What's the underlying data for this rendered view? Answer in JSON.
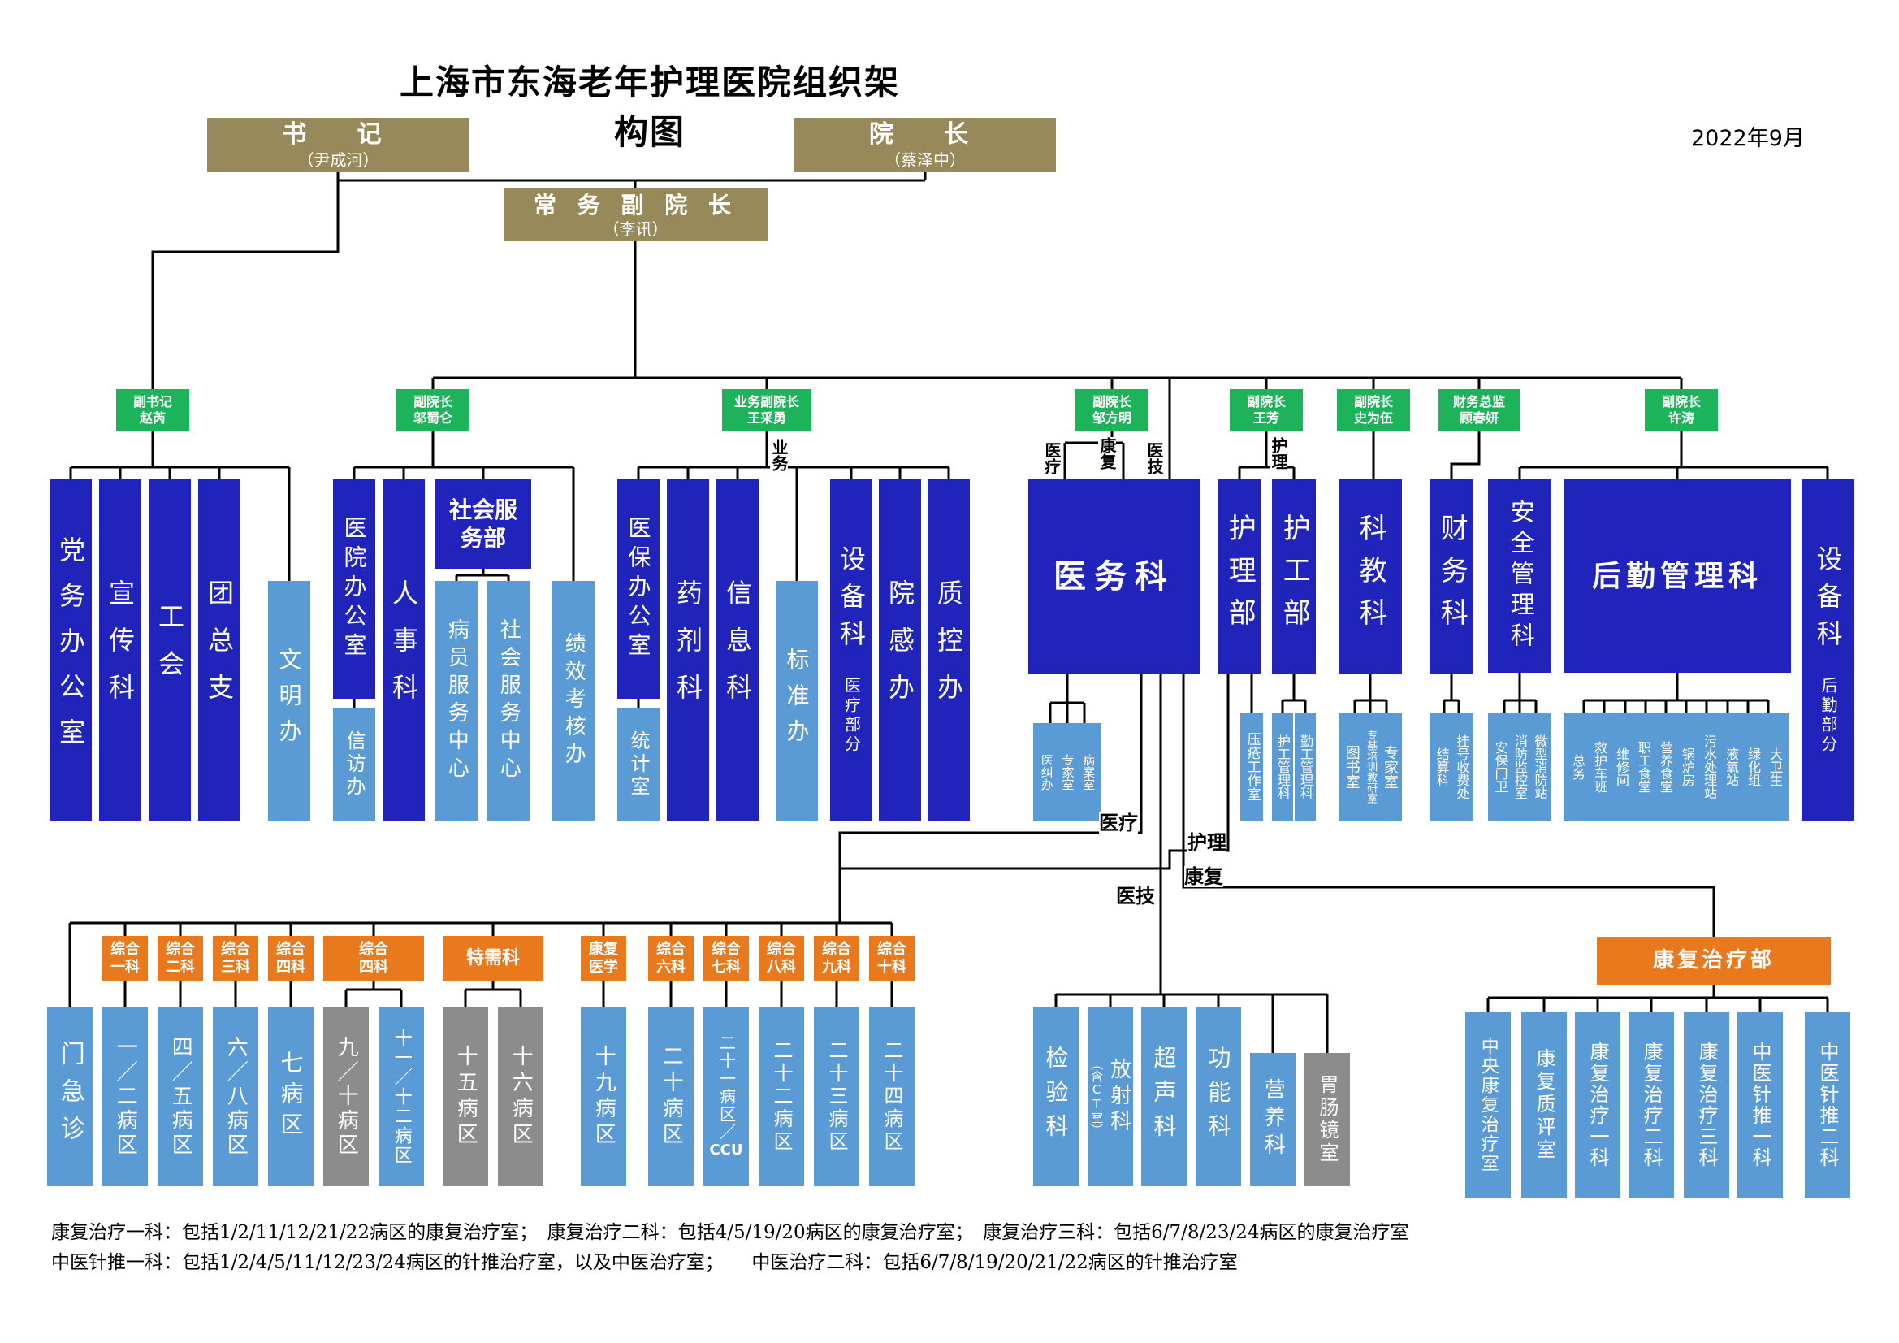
{
  "header": {
    "title": "上海市东海老年护理医院组织架构图",
    "date": "2022年9月"
  },
  "top": {
    "secretary_title": "书　记",
    "secretary_name": "（尹成河）",
    "president_title": "院　长",
    "president_name": "（蔡泽中）",
    "evp_title": "常 务 副 院 长",
    "evp_name": "（李讯）"
  },
  "leaders": [
    {
      "role": "副书记",
      "name": "赵芮"
    },
    {
      "role": "副院长",
      "name": "邬蜀仑"
    },
    {
      "role": "业务副院长",
      "name": "王采勇"
    },
    {
      "role": "副院长",
      "name": "邹方明"
    },
    {
      "role": "副院长",
      "name": "王芳"
    },
    {
      "role": "副院长",
      "name": "史为伍"
    },
    {
      "role": "财务总监",
      "name": "顾春妍"
    },
    {
      "role": "副院长",
      "name": "许涛"
    }
  ],
  "branch_labels": {
    "yewu": "业务",
    "yiliao_top": "医疗",
    "kangfu_top": "康复",
    "yiji_top": "医技",
    "huli_top": "护理",
    "yiliao_mid": "医疗",
    "huli_mid": "护理",
    "kangfu_mid": "康复",
    "yiji_mid": "医技"
  },
  "departments": {
    "dangwu": "党务办公室",
    "xuanchuan": "宣传科",
    "gonghui": "工会",
    "tuanzongzhi": "团总支",
    "wenming": "文明办",
    "yiyuanban": "医院办公室",
    "xinfang": "信访办",
    "renshi": "人事科",
    "shehuifuwubu": "社会服务部",
    "bingyuan": "病员服务中心",
    "shequzhongxin": "社会服务中心",
    "jixiao": "绩效考核办",
    "yibao": "医保办公室",
    "tongji": "统计室",
    "yaoji": "药剂科",
    "xinxi": "信息科",
    "biaozhun": "标准办",
    "shebei1": "设备科",
    "shebei1_sub": "医疗部分",
    "yuangan": "院感办",
    "zhikong": "质控办",
    "yiwuke": "医务科",
    "yijiu": "医纠办",
    "zhuanjia1": "专家室",
    "bingan": "病案室",
    "hulibu": "护理部",
    "yachuang": "压疮工作室",
    "hugongbu": "护工部",
    "hugongguanli": "护工管理科",
    "qingong": "勤工管理科",
    "kejiaoke": "科教科",
    "tushu": "图书室",
    "zhuanjipeixun": "专基培训教研室",
    "zhuanjia2": "专家室",
    "caiwuke": "财务科",
    "jiesuan": "结算科",
    "guahao": "挂号收费处",
    "anquan": "安全管理科",
    "anbao": "安保门卫",
    "xiaofangjk": "消防监控室",
    "weixingxf": "微型消防站",
    "houqin": "后勤管理科",
    "houqin_items": [
      "总务",
      "救护车班",
      "维修间",
      "职工食堂",
      "营养食堂",
      "锅炉房",
      "污水处理站",
      "液氧站",
      "绿化组",
      "大卫生"
    ],
    "shebei2": "设备科",
    "shebei2_sub": "后勤部分"
  },
  "wards": {
    "menzhen": "门急诊",
    "groups": [
      {
        "dept": "综合一科",
        "ward": "一／二病区"
      },
      {
        "dept": "综合二科",
        "ward": "四／五病区"
      },
      {
        "dept": "综合三科",
        "ward": "六／八病区"
      },
      {
        "dept": "综合四科",
        "ward": "七病区"
      },
      {
        "dept": "综合四科",
        "ward_a": "九／十病区",
        "ward_b": "十一／十二病区"
      },
      {
        "dept": "特需科",
        "ward_a": "十五病区",
        "ward_b": "十六病区"
      },
      {
        "dept": "康复医学",
        "ward": "十九病区"
      },
      {
        "dept": "综合六科",
        "ward": "二十病区"
      },
      {
        "dept": "综合七科",
        "ward": "二十一病区／",
        "ward_suffix": "CCU"
      },
      {
        "dept": "综合八科",
        "ward": "二十二病区"
      },
      {
        "dept": "综合九科",
        "ward": "二十三病区"
      },
      {
        "dept": "综合十科",
        "ward": "二十四病区"
      }
    ]
  },
  "medtech": {
    "jianyan": "检验科",
    "fangshe": "放射科",
    "fangshe_sub": "（含CT室）",
    "chaosheng": "超声科",
    "gongneng": "功能科",
    "yingyang": "营养科",
    "weichangjing": "胃肠镜室"
  },
  "rehab": {
    "title": "康复治疗部",
    "items": [
      "中央康复治疗室",
      "康复质评室",
      "康复治疗一科",
      "康复治疗二科",
      "康复治疗三科",
      "中医针推一科",
      "中医针推二科"
    ]
  },
  "notes": {
    "line1": "康复治疗一科：包括1/2/11/12/21/22病区的康复治疗室；　康复治疗二科：包括4/5/19/20病区的康复治疗室；　康复治疗三科：包括6/7/8/23/24病区的康复治疗室",
    "line2": "中医针推一科：包括1/2/4/5/11/12/23/24病区的针推治疗室，以及中医治疗室；　　中医治疗二科：包括6/7/8/19/20/21/22病区的针推治疗室"
  },
  "colors": {
    "olive": "#97895A",
    "green": "#1CB35B",
    "dark_blue": "#2124BA",
    "light_blue": "#5B9BD5",
    "gray": "#8C8C8C",
    "orange": "#E8791C"
  }
}
